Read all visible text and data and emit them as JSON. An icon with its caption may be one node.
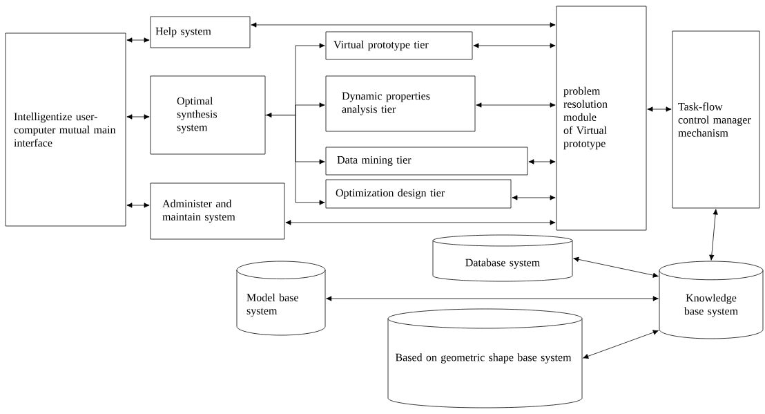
{
  "diagram": {
    "nodes": [
      {
        "text": [
          "Intelligentize user-computer mutual main interface"
        ]
      },
      {
        "text": [
          "Help system"
        ]
      },
      {
        "text": [
          "Optimal synthesis system"
        ]
      },
      {
        "text": [
          "Administer and maintain system"
        ]
      },
      {
        "text": [
          "Virtual prototype tier"
        ]
      },
      {
        "text": [
          "Dynamic properties analysis tier"
        ]
      },
      {
        "text": [
          "Data mining tier"
        ]
      },
      {
        "text": [
          "Optimization design tier"
        ]
      },
      {
        "text": [
          "problem resolution module of Virtual prototype"
        ]
      },
      {
        "text": [
          "Task-flow control manager mechanism"
        ]
      },
      {
        "text": [
          "Database system"
        ]
      },
      {
        "text": [
          "Model base system"
        ]
      },
      {
        "text": [
          "Knowledge base system"
        ]
      },
      {
        "text": [
          "Based on geometric shape base system"
        ]
      }
    ],
    "edges": [
      {
        "from": 0,
        "to": 1,
        "arrow": "both"
      },
      {
        "from": 0,
        "to": 2,
        "arrow": "both"
      },
      {
        "from": 0,
        "to": 3,
        "arrow": "both"
      },
      {
        "from": 1,
        "to": 8,
        "arrow": "both"
      },
      {
        "from": 2,
        "to": 4,
        "arrow": "both"
      },
      {
        "from": 2,
        "to": 5,
        "arrow": "to"
      },
      {
        "from": 2,
        "to": 6,
        "arrow": "to"
      },
      {
        "from": 2,
        "to": 7,
        "arrow": "to"
      },
      {
        "from": 4,
        "to": 8,
        "arrow": "both"
      },
      {
        "from": 5,
        "to": 8,
        "arrow": "both"
      },
      {
        "from": 6,
        "to": 8,
        "arrow": "both"
      },
      {
        "from": 7,
        "to": 8,
        "arrow": "both"
      },
      {
        "from": 3,
        "to": 8,
        "arrow": "both"
      },
      {
        "from": 8,
        "to": 9,
        "arrow": "both"
      },
      {
        "from": 9,
        "to": 12,
        "arrow": "both"
      },
      {
        "from": 10,
        "to": 12,
        "arrow": "both"
      },
      {
        "from": 11,
        "to": 12,
        "arrow": "both"
      },
      {
        "from": 13,
        "to": 12,
        "arrow": "both"
      }
    ]
  }
}
